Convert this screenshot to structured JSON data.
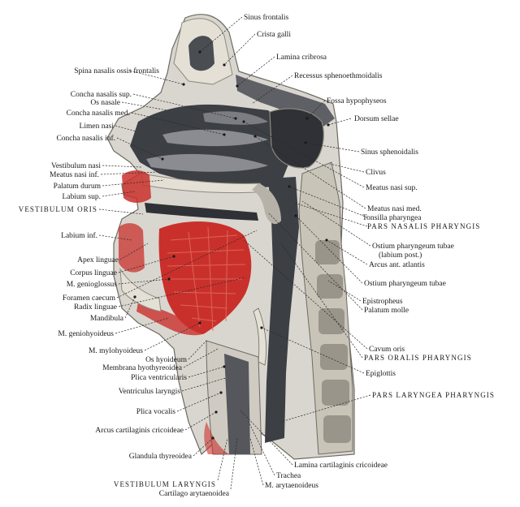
{
  "figure": {
    "labels_right": [
      "Sinus frontalis",
      "Crista galli",
      "Lamina cribrosa",
      "Recessus sphenoethmoidalis",
      "Fossa hypophyseos",
      "Dorsum sellae",
      "Sinus sphenoidalis",
      "Clivus",
      "Meatus nasi sup.",
      "Meatus nasi med.",
      "Tonsilla pharyngea",
      "PARS NASALIS PHARYNGIS",
      "Ostium pharyngeum tubae",
      "(labium post.)",
      "Arcus ant. atlantis",
      "Ostium pharyngeum tubae",
      "Epistropheus",
      "Palatum molle",
      "Cavum oris",
      "PARS ORALIS PHARYNGIS",
      "Epiglottis",
      "PARS LARYNGEA PHARYNGIS",
      "Lamina cartilaginis cricoideae",
      "Trachea",
      "M. arytaenoideus"
    ],
    "labels_left": [
      "Spina nasalis ossis frontalis",
      "Concha nasalis sup.",
      "Os nasale",
      "Concha nasalis med.",
      "Limen nasi",
      "Concha nasalis inf.",
      "Vestibulum nasi",
      "Meatus nasi inf.",
      "Palatum durum",
      "Labium sup.",
      "VESTIBULUM ORIS",
      "Labium inf.",
      "Apex linguae",
      "Corpus linguae",
      "M. genioglossus",
      "Foramen caecum",
      "Radix linguae",
      "Mandibula",
      "M. geniohyoideus",
      "M. mylohyoideus",
      "Os hyoideum",
      "Membrana hyothyreoidea",
      "Plica ventricularis",
      "Ventriculus laryngis",
      "Plica vocalis",
      "Arcus cartilaginis cricoideae",
      "Glandula thyreoidea",
      "VESTIBULUM LARYNGIS",
      "Cartilago arytaenoidea"
    ],
    "colors": {
      "background": "#ffffff",
      "bone": "#e4e0d6",
      "bone_dark": "#8f8a80",
      "cavity": "#3c3f44",
      "muscle": "#c9302c",
      "muscle_light": "#e06a5a",
      "soft_tissue": "#d9d6cf",
      "ink": "#1a1a1a"
    }
  }
}
